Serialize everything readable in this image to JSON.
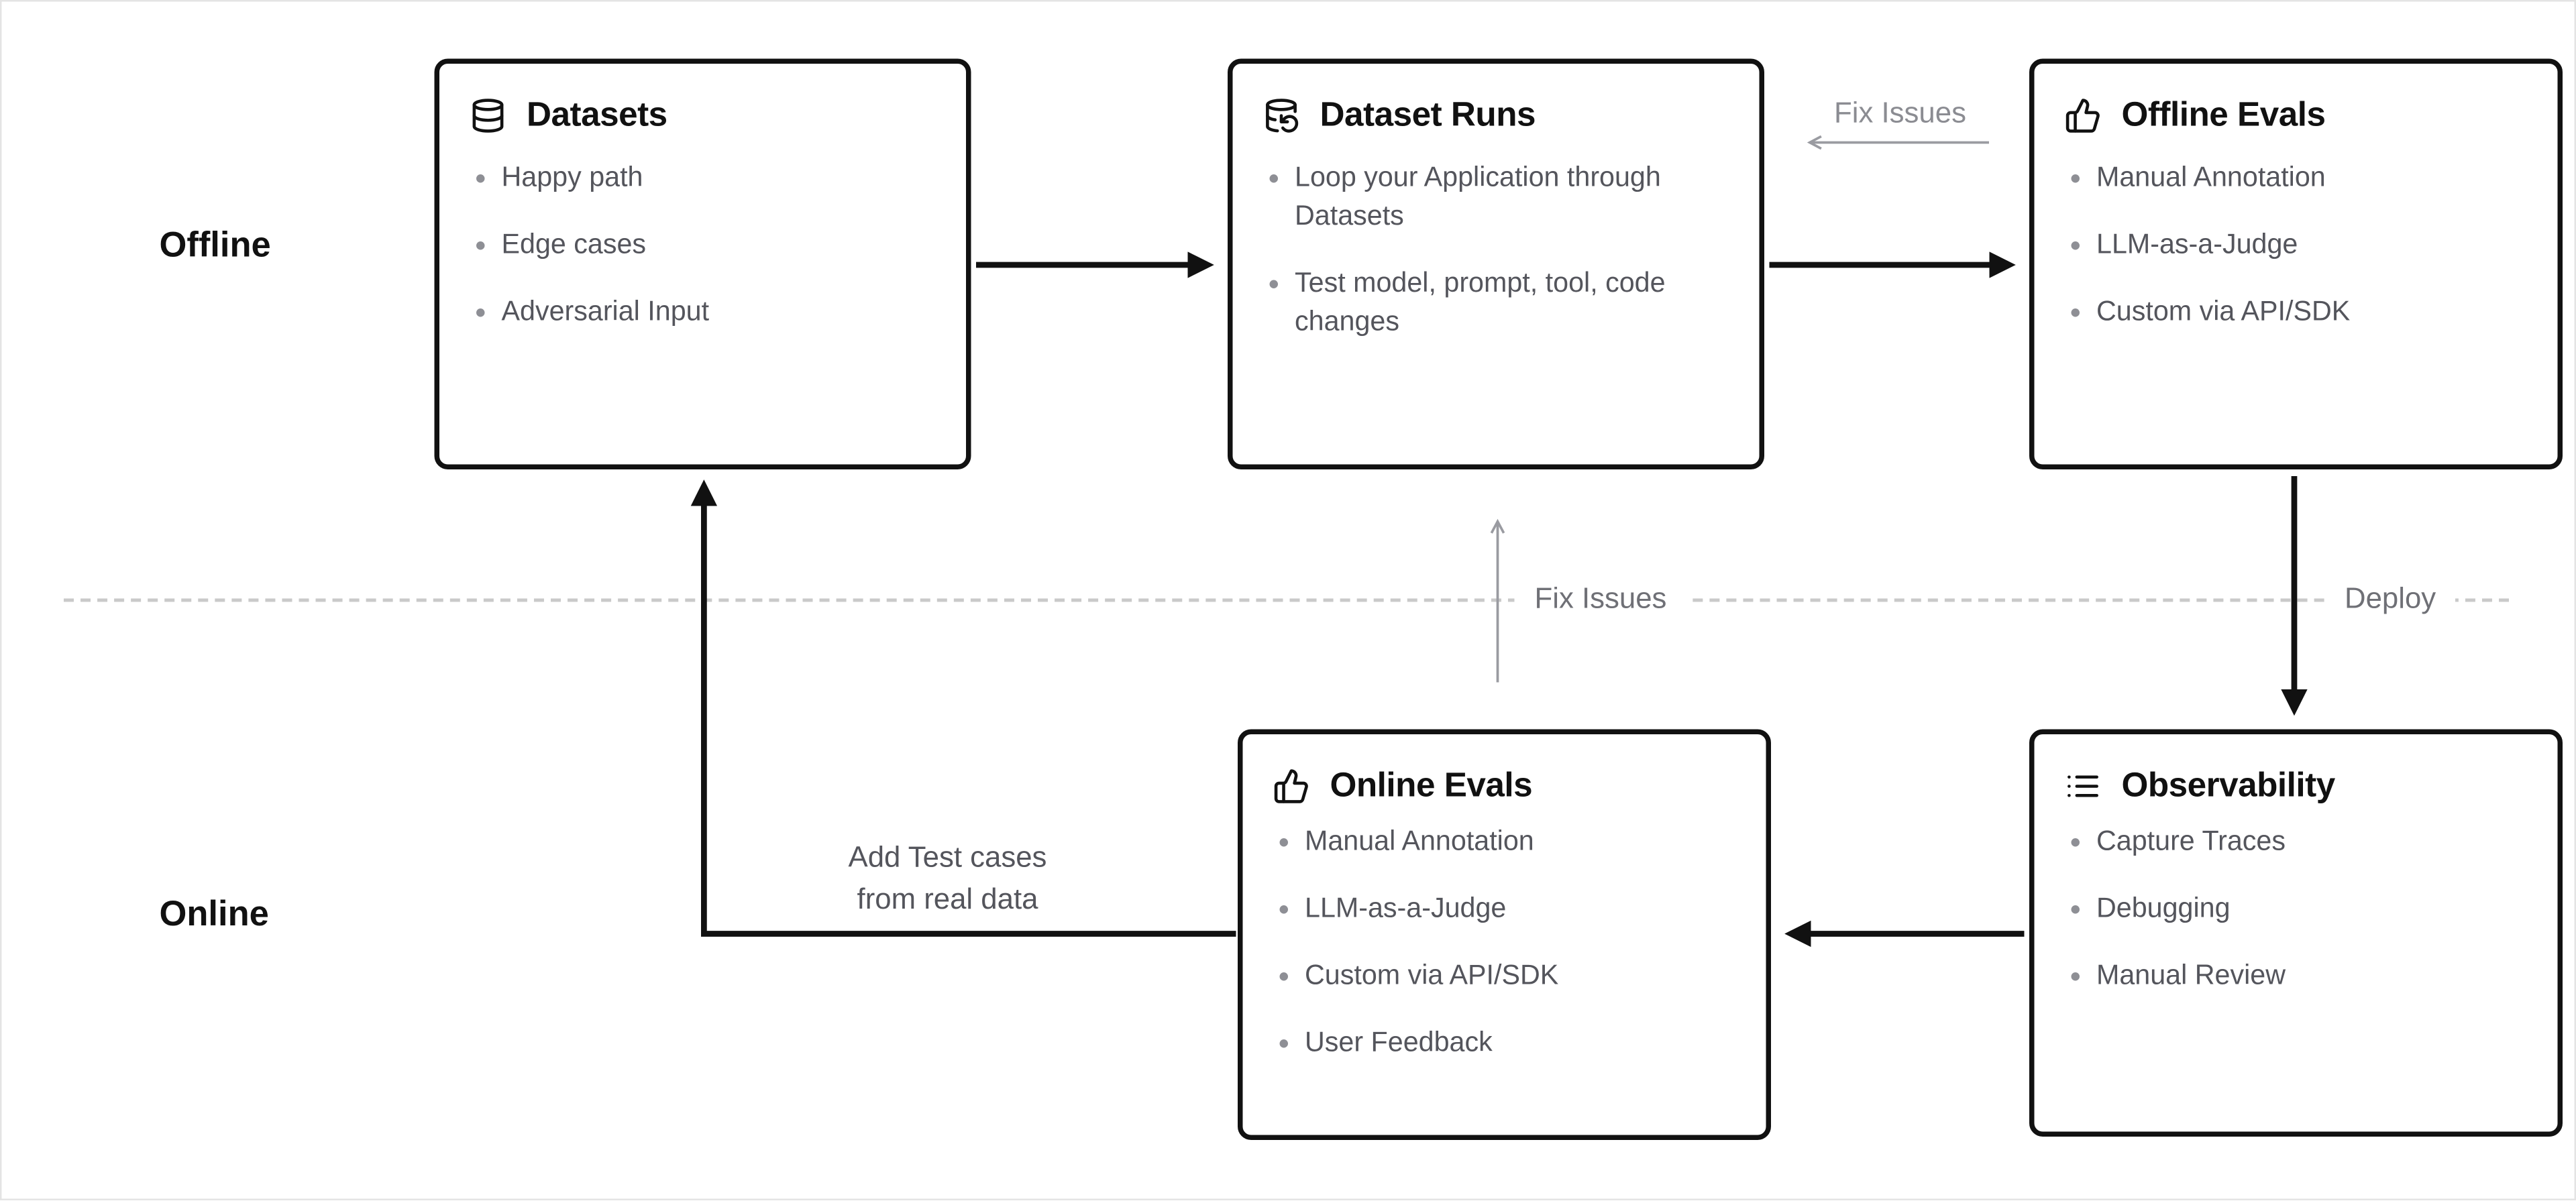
{
  "diagram": {
    "kind": "evaluation-workflow"
  },
  "colors": {
    "background": "#ffffff",
    "box_border": "#111111",
    "title_text": "#111111",
    "bullet_text": "#54555c",
    "black_arrow": "#111111",
    "gray_arrow": "#9a9ba1",
    "gray_label": "#8b8c92",
    "dashed_line": "#c9c9c9"
  },
  "sections": {
    "offline": "Offline",
    "online": "Online"
  },
  "boxes": [
    {
      "id": "datasets",
      "title": "Datasets",
      "icon": "database-icon",
      "bullets": [
        "Happy path",
        "Edge cases",
        "Adversarial Input"
      ]
    },
    {
      "id": "dataset-runs",
      "title": "Dataset Runs",
      "icon": "database-backup-icon",
      "bullets": [
        "Loop your Application through Datasets",
        "Test model, prompt, tool, code changes"
      ]
    },
    {
      "id": "offline-evals",
      "title": "Offline Evals",
      "icon": "thumbs-up-icon",
      "bullets": [
        "Manual Annotation",
        "LLM-as-a-Judge",
        "Custom via API/SDK"
      ]
    },
    {
      "id": "online-evals",
      "title": "Online Evals",
      "icon": "thumbs-up-icon",
      "bullets": [
        "Manual Annotation",
        "LLM-as-a-Judge",
        "Custom via API/SDK",
        "User Feedback"
      ]
    },
    {
      "id": "observability",
      "title": "Observability",
      "icon": "list-icon",
      "bullets": [
        "Capture Traces",
        "Debugging",
        "Manual Review"
      ]
    }
  ],
  "labels": {
    "fix_issues_top": "Fix Issues",
    "fix_issues_middle": "Fix Issues",
    "deploy": "Deploy",
    "add_test_cases": [
      "Add Test cases",
      "from real data"
    ]
  }
}
